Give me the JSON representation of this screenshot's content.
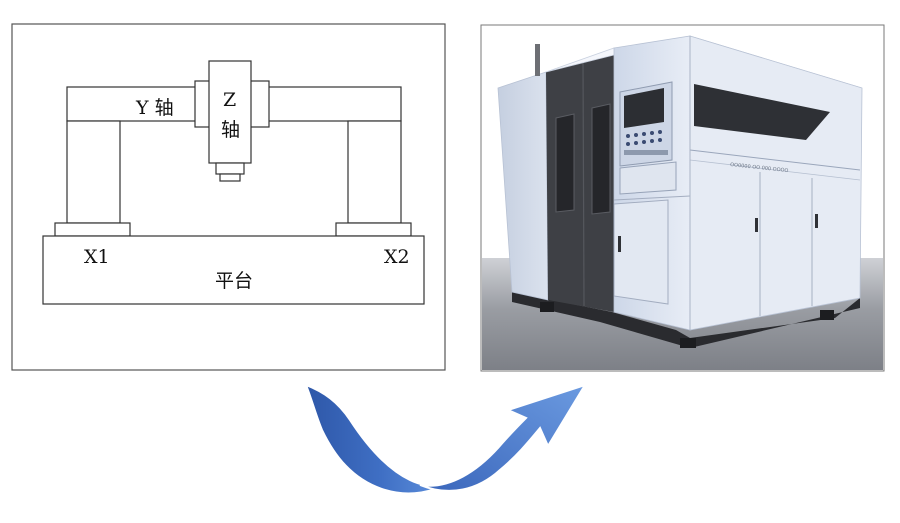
{
  "diagram": {
    "labels": {
      "y_axis": "Y 轴",
      "z_axis_letter": "Z",
      "z_axis_char": "轴",
      "x1": "X1",
      "x2": "X2",
      "platform": "平台"
    }
  },
  "photo": {
    "subject": "enclosed gantry laser machine",
    "panel_text": "OO0000 OO 000 OOOO"
  },
  "colors": {
    "line": "#333333",
    "arrow_light": "#5b8ed8",
    "arrow_dark": "#2a4f9a",
    "machine_body": "#dde5f1",
    "machine_dark": "#3e4045",
    "floor": "#8a8d93"
  }
}
